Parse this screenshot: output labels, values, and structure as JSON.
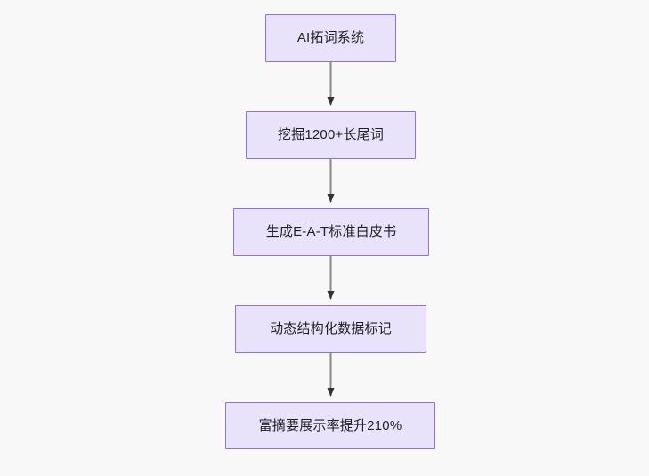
{
  "diagram": {
    "type": "flowchart",
    "direction": "top-to-bottom",
    "background_color": "#f8f8f8",
    "node_fill_color": "#e8e3fb",
    "node_border_color": "#9370db",
    "node_text_color": "#1f2020",
    "edge_color": "#888888",
    "arrowhead_color": "#333333",
    "nodes": [
      {
        "id": "n1",
        "label": "AI拓词系统"
      },
      {
        "id": "n2",
        "label": "挖掘1200+长尾词"
      },
      {
        "id": "n3",
        "label": "生成E-A-T标准白皮书"
      },
      {
        "id": "n4",
        "label": "动态结构化数据标记"
      },
      {
        "id": "n5",
        "label": "富摘要展示率提升210%"
      }
    ],
    "edges": [
      {
        "id": "e1",
        "from": "n1",
        "to": "n2",
        "label": ""
      },
      {
        "id": "e2",
        "from": "n2",
        "to": "n3",
        "label": ""
      },
      {
        "id": "e3",
        "from": "n3",
        "to": "n4",
        "label": ""
      },
      {
        "id": "e4",
        "from": "n4",
        "to": "n5",
        "label": ""
      }
    ]
  }
}
